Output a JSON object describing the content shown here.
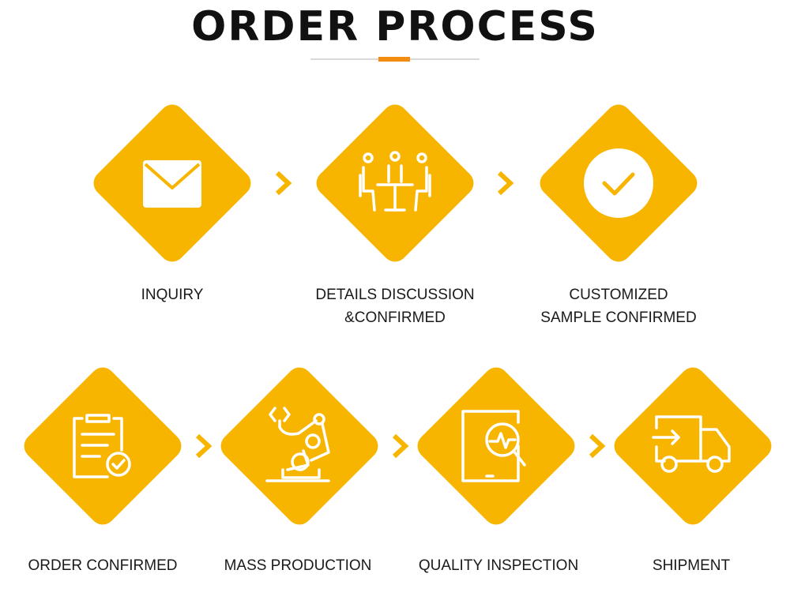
{
  "title": "ORDER PROCESS",
  "colors": {
    "diamond": "#f7b500",
    "accent": "#f28c0f",
    "icon": "#ffffff"
  },
  "steps": [
    {
      "icon": "envelope-icon",
      "line1": "INQUIRY",
      "line2": ""
    },
    {
      "icon": "meeting-icon",
      "line1": "DETAILS DISCUSSION",
      "line2": "&CONFIRMED"
    },
    {
      "icon": "checkmark-circle-icon",
      "line1": "CUSTOMIZED",
      "line2": "SAMPLE CONFIRMED"
    },
    {
      "icon": "clipboard-check-icon",
      "line1": "ORDER CONFIRMED",
      "line2": ""
    },
    {
      "icon": "robot-arm-icon",
      "line1": "MASS PRODUCTION",
      "line2": ""
    },
    {
      "icon": "inspection-icon",
      "line1": "QUALITY INSPECTION",
      "line2": ""
    },
    {
      "icon": "delivery-truck-icon",
      "line1": "SHIPMENT",
      "line2": ""
    }
  ]
}
